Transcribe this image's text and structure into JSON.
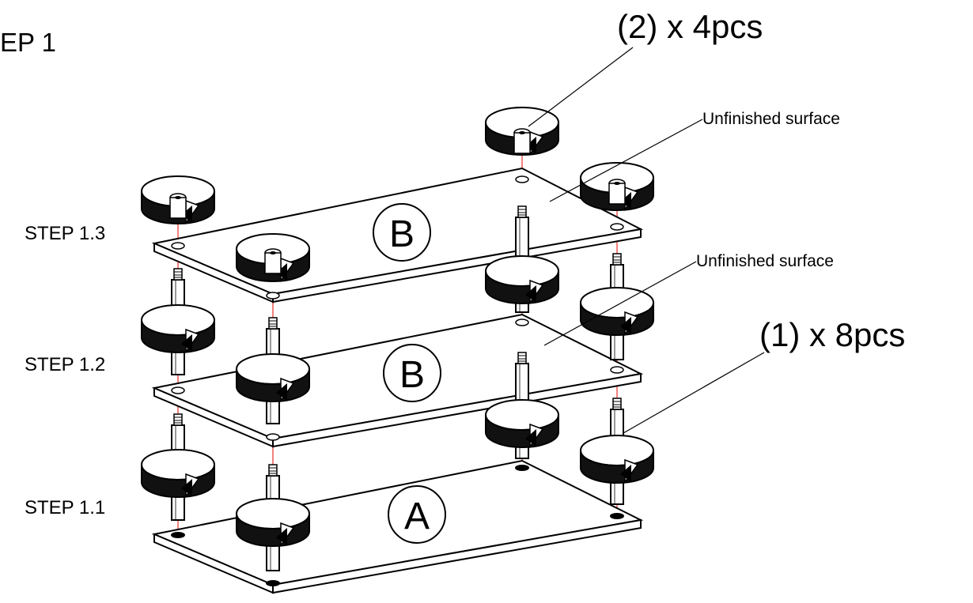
{
  "header": {
    "step_title": "EP 1"
  },
  "steps": {
    "step_1_3": "STEP 1.3",
    "step_1_2": "STEP 1.2",
    "step_1_1": "STEP 1.1"
  },
  "plates": {
    "top": "B",
    "middle": "B",
    "bottom": "A"
  },
  "callouts": {
    "surface_top": "Unfinished surface",
    "surface_middle": "Unfinished surface",
    "part_2_qty": "(2) x 4pcs",
    "part_1_qty": "(1) x 8pcs"
  },
  "colors": {
    "line": "#000000",
    "axis": "#e8302a",
    "background": "#ffffff"
  }
}
